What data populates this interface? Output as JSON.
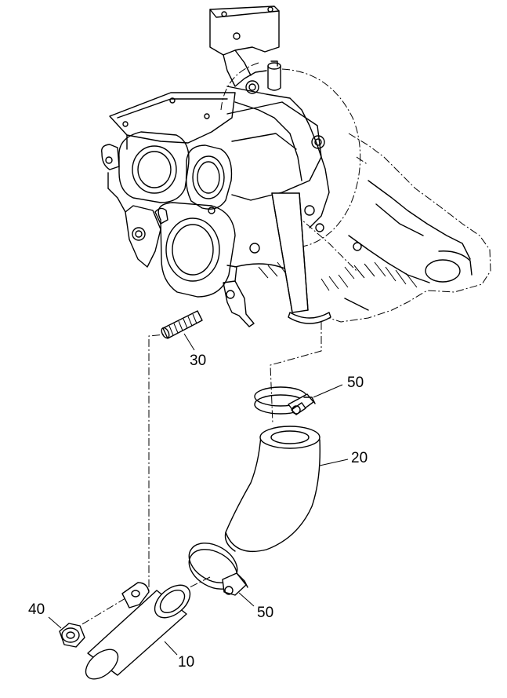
{
  "callouts": {
    "part_10": "10",
    "part_20": "20",
    "part_30": "30",
    "part_40": "40",
    "part_50_upper": "50",
    "part_50_lower": "50"
  }
}
